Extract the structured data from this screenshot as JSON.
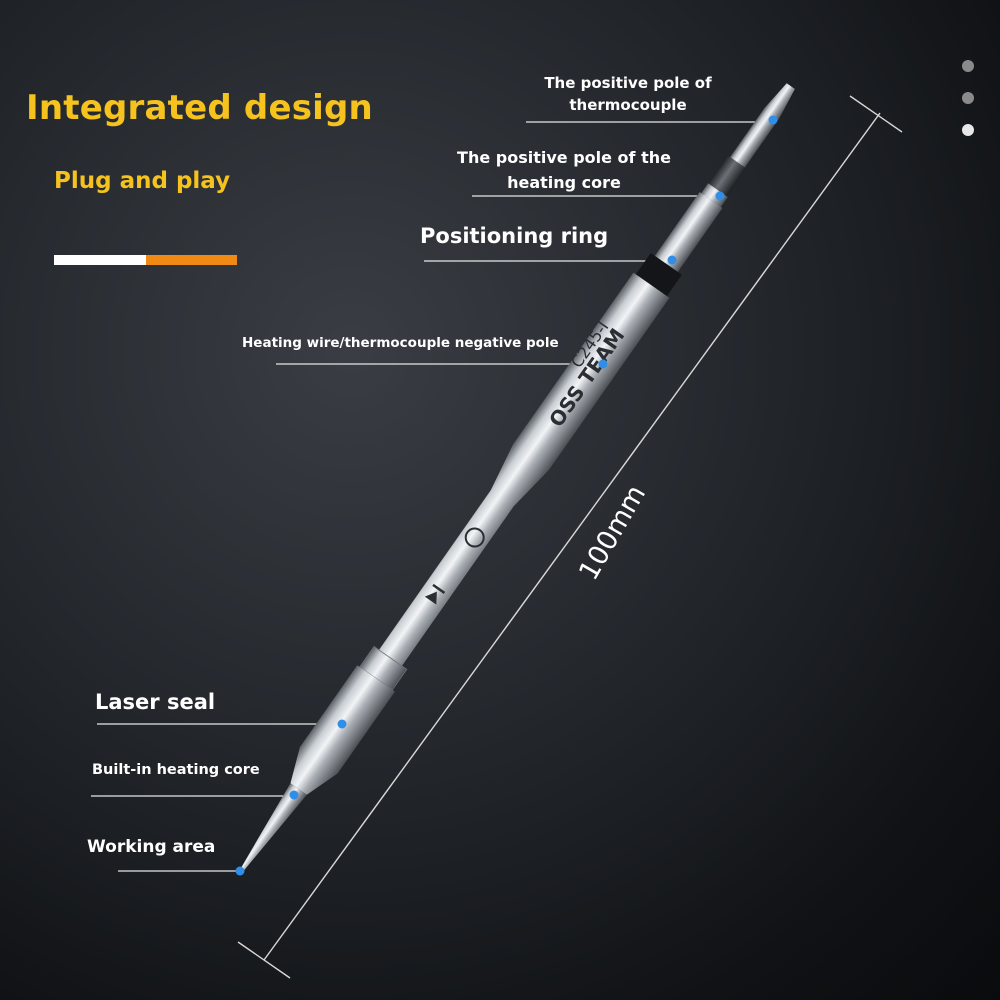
{
  "headline": "Integrated design",
  "subheadline": "Plug and play",
  "colors": {
    "accent_yellow": "#f6c21e",
    "bar_white": "#ffffff",
    "bar_orange": "#f08a14",
    "dot_gray": "#8a8a8a",
    "dot_active": "#e8e8e8",
    "marker_blue": "#2f8fe8"
  },
  "slide_indicator": {
    "count": 3,
    "active_index": 2
  },
  "callouts": {
    "thermocouple_positive": {
      "line1": "The positive pole of",
      "line2": "thermocouple"
    },
    "heating_core_positive": {
      "line1": "The positive pole of the",
      "line2": "heating core"
    },
    "positioning_ring": "Positioning ring",
    "negative_pole": "Heating wire/thermocouple negative pole",
    "laser_seal": "Laser seal",
    "builtin_heating_core": "Built-in heating core",
    "working_area": "Working area"
  },
  "tip_engraving": {
    "brand": "OSS TEAM",
    "model": "C245-I",
    "icon": "logo-badge-icon",
    "arrow_icon": "play-arrow-icon"
  },
  "dimension": "100mm"
}
